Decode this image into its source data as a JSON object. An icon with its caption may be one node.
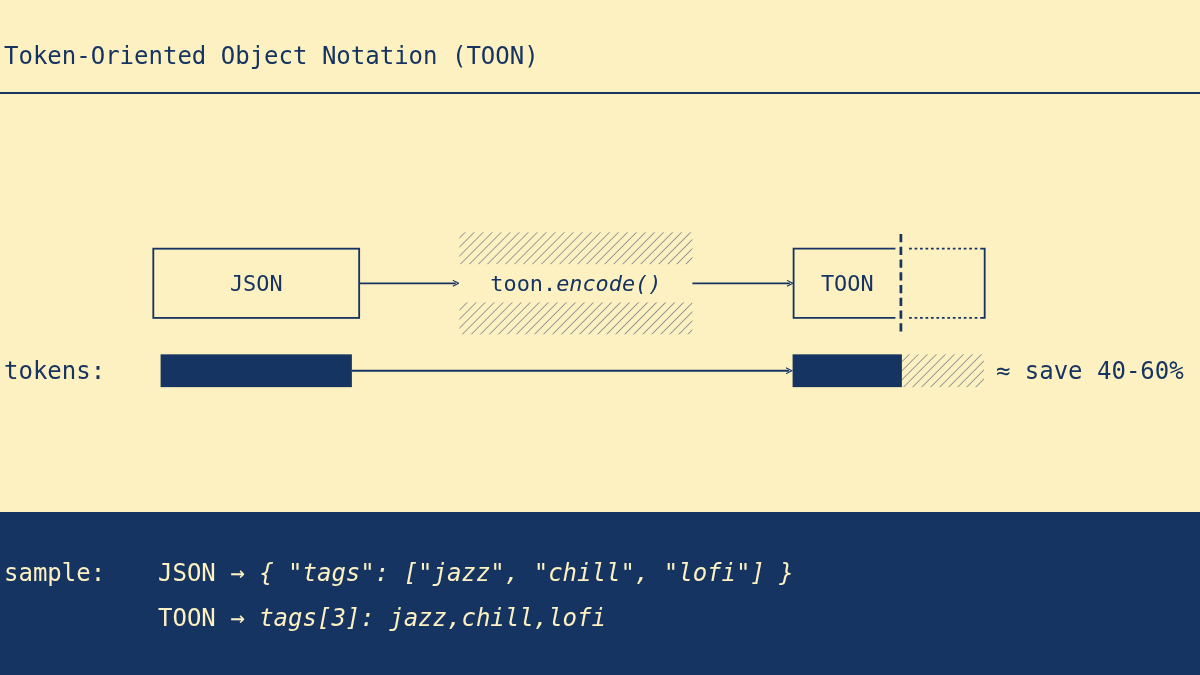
{
  "diagram": {
    "title": "Token-Oriented Object Notation (TOON)",
    "nodes": [
      {
        "text": [
          "JSON"
        ]
      },
      {
        "text": [
          "toon.*encode()*"
        ]
      },
      {
        "text": [
          "TOON"
        ]
      },
      {
        "text": [],
        "shape": "bar"
      },
      {
        "text": [],
        "shape": "bar",
        "beside": [
          "≈ save 40-60%"
        ]
      }
    ],
    "edges": [
      {
        "from": 0,
        "to": 1,
        "arrow": "to"
      },
      {
        "from": 1,
        "to": 2,
        "arrow": "to"
      },
      {
        "from": 3,
        "to": 4,
        "arrow": "to"
      }
    ],
    "labels": [
      "tokens:",
      "sample:",
      "JSON → *{ \"tags\": [\"jazz\", \"chill\", \"lofi\"] }*",
      "TOON → *tags[3]: jazz,chill,lofi*"
    ]
  }
}
